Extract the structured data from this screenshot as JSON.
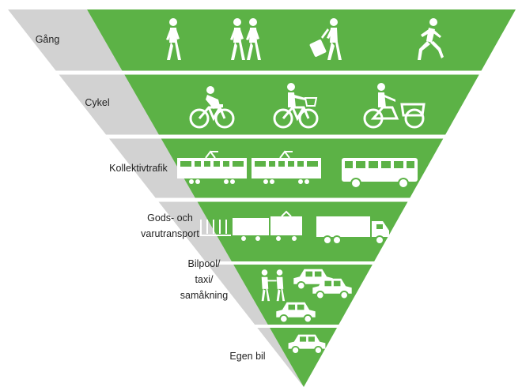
{
  "colors": {
    "green": "#5cb246",
    "gray": "#d2d2d2",
    "separator": "#ffffff",
    "icon": "#ffffff",
    "text": "#222222"
  },
  "levels": [
    {
      "id": "gang",
      "label_lines": [
        "Gång"
      ],
      "icons": [
        "walking-person-icon",
        "two-people-walking-icon",
        "person-with-suitcase-icon",
        "running-person-icon"
      ]
    },
    {
      "id": "cykel",
      "label_lines": [
        "Cykel"
      ],
      "icons": [
        "racing-cyclist-icon",
        "cyclist-with-basket-icon",
        "cargo-bike-icon"
      ]
    },
    {
      "id": "kollektivtrafik",
      "label_lines": [
        "Kollektivtrafik"
      ],
      "icons": [
        "tram-icon",
        "tram-icon",
        "bus-icon"
      ]
    },
    {
      "id": "gods",
      "label_lines": [
        "Gods- och",
        "varutransport"
      ],
      "icons": [
        "freight-train-icon",
        "truck-icon"
      ]
    },
    {
      "id": "bilpool",
      "label_lines": [
        "Bilpool/",
        "taxi/",
        "samåkning"
      ],
      "icons": [
        "people-sharing-key-icon",
        "pool-cars-icon",
        "taxi-icon"
      ]
    },
    {
      "id": "egen-bil",
      "label_lines": [
        "Egen bil"
      ],
      "icons": [
        "car-icon"
      ]
    }
  ]
}
